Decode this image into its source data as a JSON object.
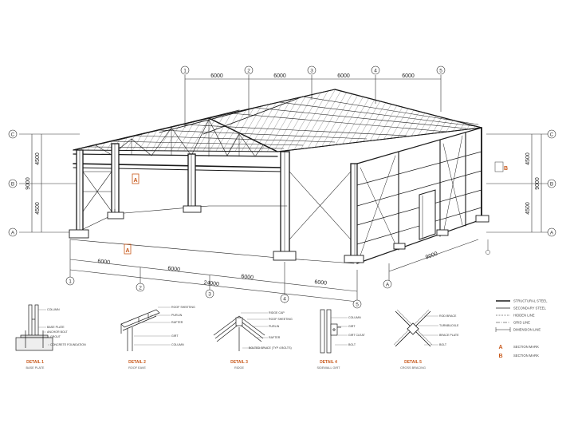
{
  "plan": {
    "top_dims": [
      "6000",
      "6000",
      "6000",
      "6000"
    ],
    "top_grid": [
      "1",
      "2",
      "3",
      "4",
      "5"
    ],
    "front_dims": [
      "6000",
      "6000",
      "6000",
      "6000"
    ],
    "front_total": "24000",
    "front_grid": [
      "1",
      "2",
      "3",
      "4",
      "5"
    ],
    "left_grid": [
      "C",
      "B",
      "A"
    ],
    "left_dims": [
      "4500",
      "4500"
    ],
    "left_total": "9000",
    "right_grid": [
      "C",
      "B",
      "A"
    ],
    "right_dims": [
      "4500",
      "4500"
    ],
    "right_total": "9000",
    "end_dim": "9000",
    "end_grid": "A"
  },
  "section_marks": {
    "a1": "A",
    "a2": "A",
    "b": "B"
  },
  "details": [
    {
      "title": "DETAIL 1",
      "subtitle": "BASE PLATE",
      "labels": [
        "COLUMN",
        "BASE PLATE",
        "ANCHOR BOLT",
        "GROUT",
        "CONCRETE FOUNDATION"
      ]
    },
    {
      "title": "DETAIL 2",
      "subtitle": "ROOF EAVE",
      "labels": [
        "ROOF SHEETING",
        "PURLIN",
        "RAFTER",
        "GIRT",
        "COLUMN"
      ]
    },
    {
      "title": "DETAIL 3",
      "subtitle": "RIDGE",
      "labels": [
        "RIDGE CAP",
        "ROOF SHEETING",
        "PURLIN",
        "RAFTER",
        "BOLTED SPLICE (TYP 4 BOLTS)"
      ]
    },
    {
      "title": "DETAIL 4",
      "subtitle": "SIDEWALL GIRT",
      "labels": [
        "COLUMN",
        "GIRT",
        "GIRT CLEAT",
        "BOLT"
      ]
    },
    {
      "title": "DETAIL 5",
      "subtitle": "CROSS BRACING",
      "labels": [
        "ROD BRACE",
        "TURNBUCKLE",
        "BRACE PLATE",
        "BOLT"
      ]
    }
  ],
  "legend": {
    "items": [
      "STRUCTURAL STEEL",
      "SECONDARY STEEL",
      "HIDDEN LINE",
      "GRID LINE",
      "DIMENSION LINE"
    ],
    "marks": [
      {
        "letter": "A",
        "label": "SECTION MARK"
      },
      {
        "letter": "B",
        "label": "SECTION MARK"
      }
    ]
  },
  "colors": {
    "accent": "#c8581a",
    "line": "#1a1a1a"
  }
}
